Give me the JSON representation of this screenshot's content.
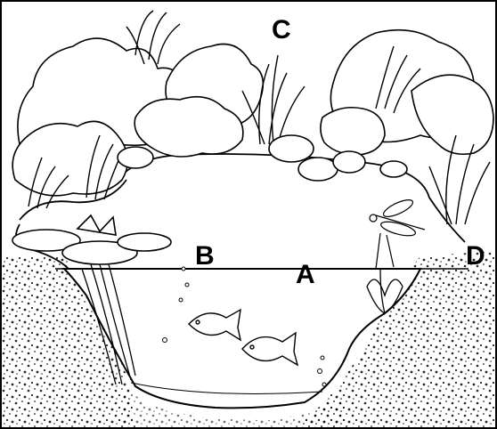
{
  "labels": {
    "c": "C",
    "b": "B",
    "d": "D",
    "a": "A"
  },
  "colors": {
    "line": "#000000",
    "background": "#ffffff"
  }
}
